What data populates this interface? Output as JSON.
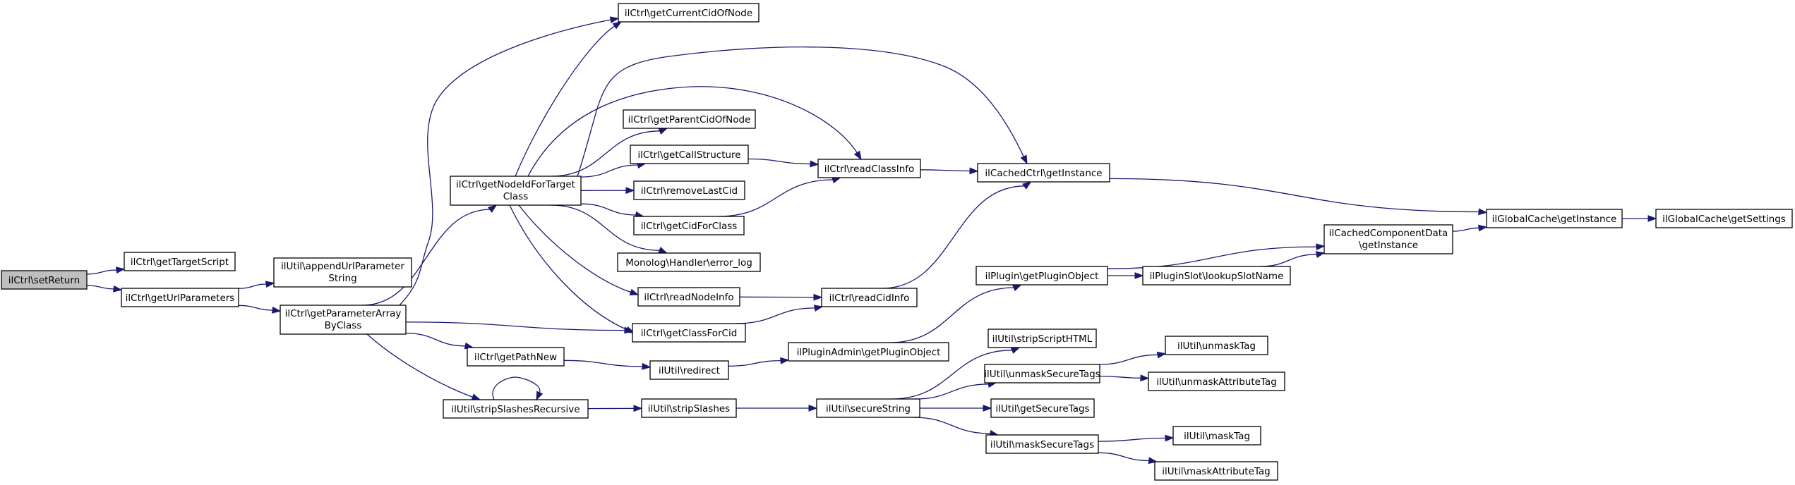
{
  "colors": {
    "edge": "#191970",
    "root_fill": "#bfbfbf",
    "node_fill": "#ffffff",
    "node_border": "#000000"
  },
  "nodes": {
    "setReturn": [
      "ilCtrl\\setReturn"
    ],
    "getTargetScript": [
      "ilCtrl\\getTargetScript"
    ],
    "getUrlParameters": [
      "ilCtrl\\getUrlParameters"
    ],
    "appendUrlParameterString": [
      "ilUtil\\appendUrlParameter",
      "String"
    ],
    "getParameterArrayByClass": [
      "ilCtrl\\getParameterArray",
      "ByClass"
    ],
    "getCurrentCidOfNode": [
      "ilCtrl\\getCurrentCidOfNode"
    ],
    "getNodeIdForTargetClass": [
      "ilCtrl\\getNodeIdForTarget",
      "Class"
    ],
    "getParentCidOfNode": [
      "ilCtrl\\getParentCidOfNode"
    ],
    "getCallStructure": [
      "ilCtrl\\getCallStructure"
    ],
    "removeLastCid": [
      "ilCtrl\\removeLastCid"
    ],
    "getCidForClass": [
      "ilCtrl\\getCidForClass"
    ],
    "error_log": [
      "Monolog\\Handler\\error_log"
    ],
    "readNodeInfo": [
      "ilCtrl\\readNodeInfo"
    ],
    "getClassForCid": [
      "ilCtrl\\getClassForCid"
    ],
    "getPathNew": [
      "ilCtrl\\getPathNew"
    ],
    "stripSlashesRecursive": [
      "ilUtil\\stripSlashesRecursive"
    ],
    "readClassInfo": [
      "ilCtrl\\readClassInfo"
    ],
    "readCidInfo": [
      "ilCtrl\\readCidInfo"
    ],
    "redirect": [
      "ilUtil\\redirect"
    ],
    "stripSlashes": [
      "ilUtil\\stripSlashes"
    ],
    "cachedCtrlGetInstance": [
      "ilCachedCtrl\\getInstance"
    ],
    "getPluginObjectAdmin": [
      "ilPluginAdmin\\getPluginObject"
    ],
    "secureString": [
      "ilUtil\\secureString"
    ],
    "pluginGetPluginObject": [
      "ilPlugin\\getPluginObject"
    ],
    "stripScriptHTML": [
      "ilUtil\\stripScriptHTML"
    ],
    "unmaskSecureTags": [
      "ilUtil\\unmaskSecureTags"
    ],
    "getSecureTags": [
      "ilUtil\\getSecureTags"
    ],
    "maskSecureTags": [
      "ilUtil\\maskSecureTags"
    ],
    "lookupSlotName": [
      "ilPluginSlot\\lookupSlotName"
    ],
    "cachedComponentData": [
      "ilCachedComponentData",
      "\\getInstance"
    ],
    "unmaskTag": [
      "ilUtil\\unmaskTag"
    ],
    "unmaskAttributeTag": [
      "ilUtil\\unmaskAttributeTag"
    ],
    "maskTag": [
      "ilUtil\\maskTag"
    ],
    "maskAttributeTag": [
      "ilUtil\\maskAttributeTag"
    ],
    "globalCacheGetInstance": [
      "ilGlobalCache\\getInstance"
    ],
    "getSettings": [
      "ilGlobalCache\\getSettings"
    ]
  },
  "edges": [
    [
      "setReturn",
      "getTargetScript"
    ],
    [
      "setReturn",
      "getUrlParameters"
    ],
    [
      "getUrlParameters",
      "appendUrlParameterString"
    ],
    [
      "getUrlParameters",
      "getParameterArrayByClass"
    ],
    [
      "getParameterArrayByClass",
      "getCurrentCidOfNode"
    ],
    [
      "getParameterArrayByClass",
      "getNodeIdForTargetClass"
    ],
    [
      "getParameterArrayByClass",
      "getClassForCid"
    ],
    [
      "getParameterArrayByClass",
      "getPathNew"
    ],
    [
      "getParameterArrayByClass",
      "stripSlashesRecursive"
    ],
    [
      "getNodeIdForTargetClass",
      "getCurrentCidOfNode"
    ],
    [
      "getNodeIdForTargetClass",
      "cachedCtrlGetInstance"
    ],
    [
      "getNodeIdForTargetClass",
      "readClassInfo"
    ],
    [
      "getNodeIdForTargetClass",
      "getParentCidOfNode"
    ],
    [
      "getNodeIdForTargetClass",
      "getCallStructure"
    ],
    [
      "getNodeIdForTargetClass",
      "removeLastCid"
    ],
    [
      "getNodeIdForTargetClass",
      "getCidForClass"
    ],
    [
      "getNodeIdForTargetClass",
      "error_log"
    ],
    [
      "getNodeIdForTargetClass",
      "readNodeInfo"
    ],
    [
      "getNodeIdForTargetClass",
      "getClassForCid"
    ],
    [
      "getCallStructure",
      "readClassInfo"
    ],
    [
      "getCidForClass",
      "readClassInfo"
    ],
    [
      "readNodeInfo",
      "readCidInfo"
    ],
    [
      "getClassForCid",
      "readCidInfo"
    ],
    [
      "readClassInfo",
      "cachedCtrlGetInstance"
    ],
    [
      "readCidInfo",
      "cachedCtrlGetInstance"
    ],
    [
      "getPathNew",
      "redirect"
    ],
    [
      "redirect",
      "getPluginObjectAdmin"
    ],
    [
      "getPluginObjectAdmin",
      "pluginGetPluginObject"
    ],
    [
      "pluginGetPluginObject",
      "lookupSlotName"
    ],
    [
      "pluginGetPluginObject",
      "cachedComponentData"
    ],
    [
      "lookupSlotName",
      "cachedComponentData"
    ],
    [
      "cachedComponentData",
      "globalCacheGetInstance"
    ],
    [
      "cachedCtrlGetInstance",
      "globalCacheGetInstance"
    ],
    [
      "globalCacheGetInstance",
      "getSettings"
    ],
    [
      "stripSlashesRecursive",
      "stripSlashesRecursive"
    ],
    [
      "stripSlashesRecursive",
      "stripSlashes"
    ],
    [
      "stripSlashes",
      "secureString"
    ],
    [
      "secureString",
      "stripScriptHTML"
    ],
    [
      "secureString",
      "unmaskSecureTags"
    ],
    [
      "secureString",
      "getSecureTags"
    ],
    [
      "secureString",
      "maskSecureTags"
    ],
    [
      "unmaskSecureTags",
      "unmaskTag"
    ],
    [
      "unmaskSecureTags",
      "unmaskAttributeTag"
    ],
    [
      "maskSecureTags",
      "maskTag"
    ],
    [
      "maskSecureTags",
      "maskAttributeTag"
    ]
  ]
}
